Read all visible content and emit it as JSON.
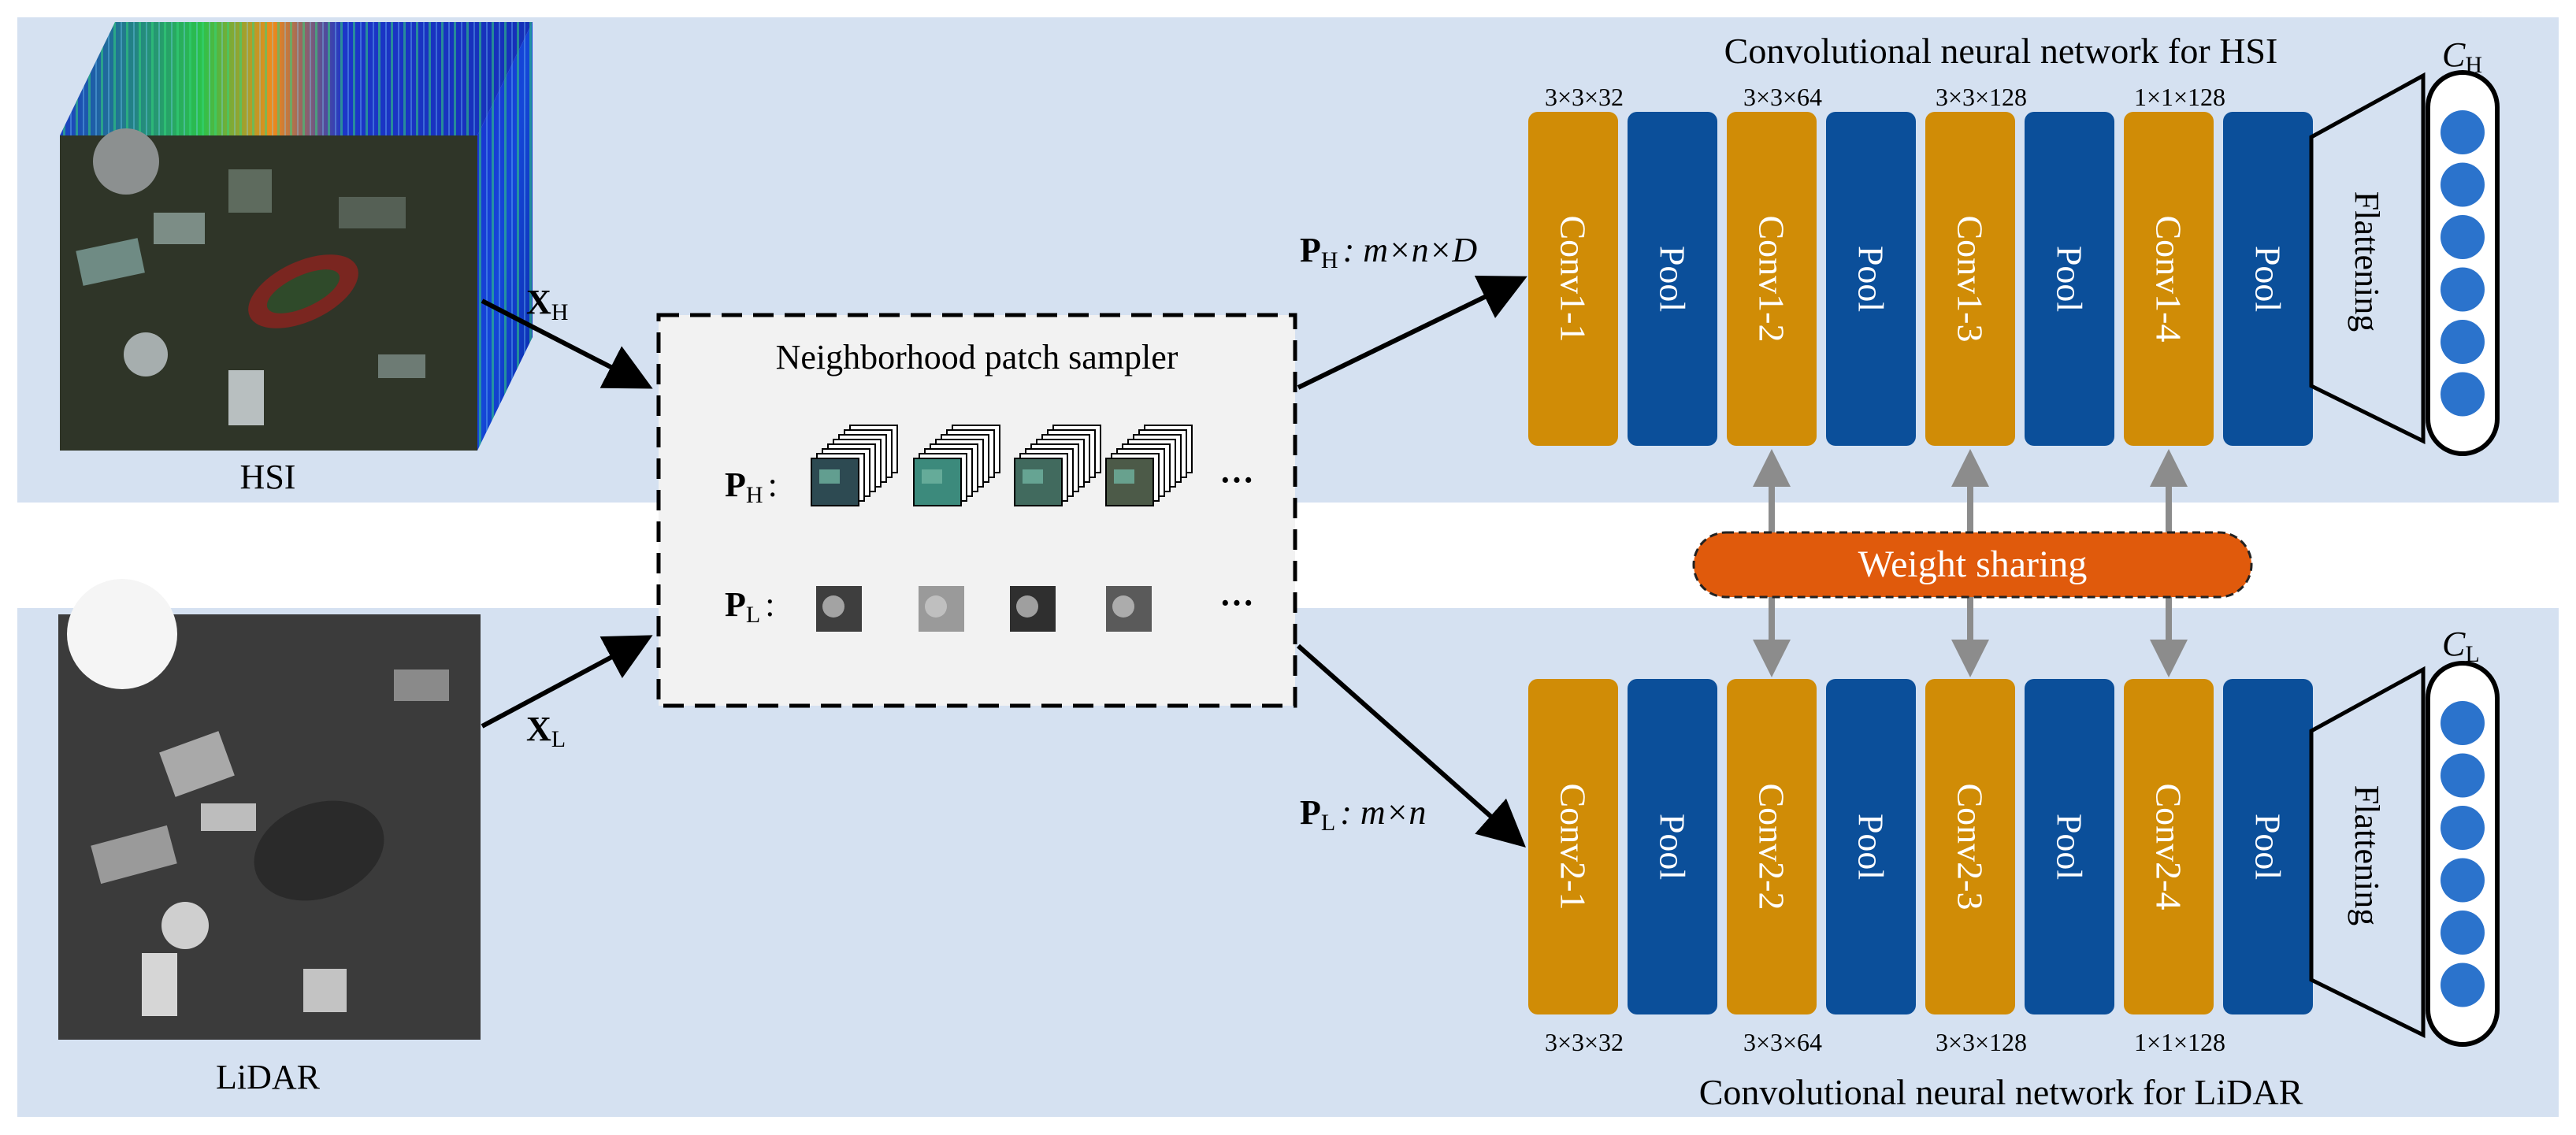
{
  "colors": {
    "band_bg": "#d5e1f1",
    "conv": "#d08c06",
    "pool": "#0b4f9a",
    "weight_sharing": "#e05a0c",
    "neuron": "#2b73cc",
    "sampler_bg": "#f2f2f2",
    "arrow_gray": "#8c8c8c"
  },
  "images": {
    "hsi_label": "HSI",
    "lidar_label": "LiDAR"
  },
  "inputs": {
    "xh_main": "X",
    "xh_sub": "H",
    "xl_main": "X",
    "xl_sub": "L"
  },
  "sampler": {
    "title": "Neighborhood patch sampler",
    "ph_main": "P",
    "ph_sub": "H",
    "pl_main": "P",
    "pl_sub": "L",
    "colon": ":",
    "ellipsis": "···"
  },
  "top_network": {
    "title": "Convolutional neural network for HSI",
    "input_main": "P",
    "input_sub": "H",
    "input_dims": ": m×n×D",
    "layers": [
      "Conv1-1",
      "Pool",
      "Conv1-2",
      "Pool",
      "Conv1-3",
      "Pool",
      "Conv1-4",
      "Pool"
    ],
    "kernels": [
      "3×3×32",
      "3×3×64",
      "3×3×128",
      "1×1×128"
    ],
    "flatten": "Flattening",
    "output_main": "C",
    "output_sub": "H"
  },
  "bottom_network": {
    "title": "Convolutional neural network for LiDAR",
    "input_main": "P",
    "input_sub": "L",
    "input_dims": ": m×n",
    "layers": [
      "Conv2-1",
      "Pool",
      "Conv2-2",
      "Pool",
      "Conv2-3",
      "Pool",
      "Conv2-4",
      "Pool"
    ],
    "kernels": [
      "3×3×32",
      "3×3×64",
      "3×3×128",
      "1×1×128"
    ],
    "flatten": "Flattening",
    "output_main": "C",
    "output_sub": "L"
  },
  "weight_sharing": {
    "label": "Weight sharing"
  }
}
